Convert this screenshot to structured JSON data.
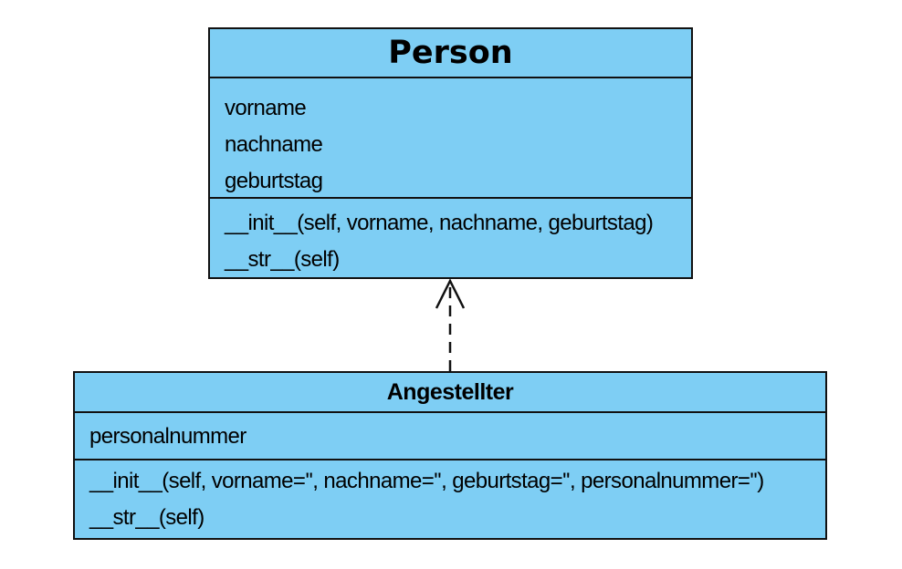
{
  "classes": {
    "person": {
      "name": "Person",
      "attributes": [
        "vorname",
        "nachname",
        "geburtstag"
      ],
      "methods": [
        "__init__(self, vorname, nachname, geburtstag)",
        "__str__(self)"
      ]
    },
    "angestellter": {
      "name": "Angestellter",
      "attributes": [
        "personalnummer"
      ],
      "methods": [
        "__init__(self, vorname='', nachname='', geburtstag='', personalnummer='')",
        "__str__(self)"
      ]
    }
  },
  "colors": {
    "class_fill": "#7ecef4",
    "border": "#111111"
  }
}
